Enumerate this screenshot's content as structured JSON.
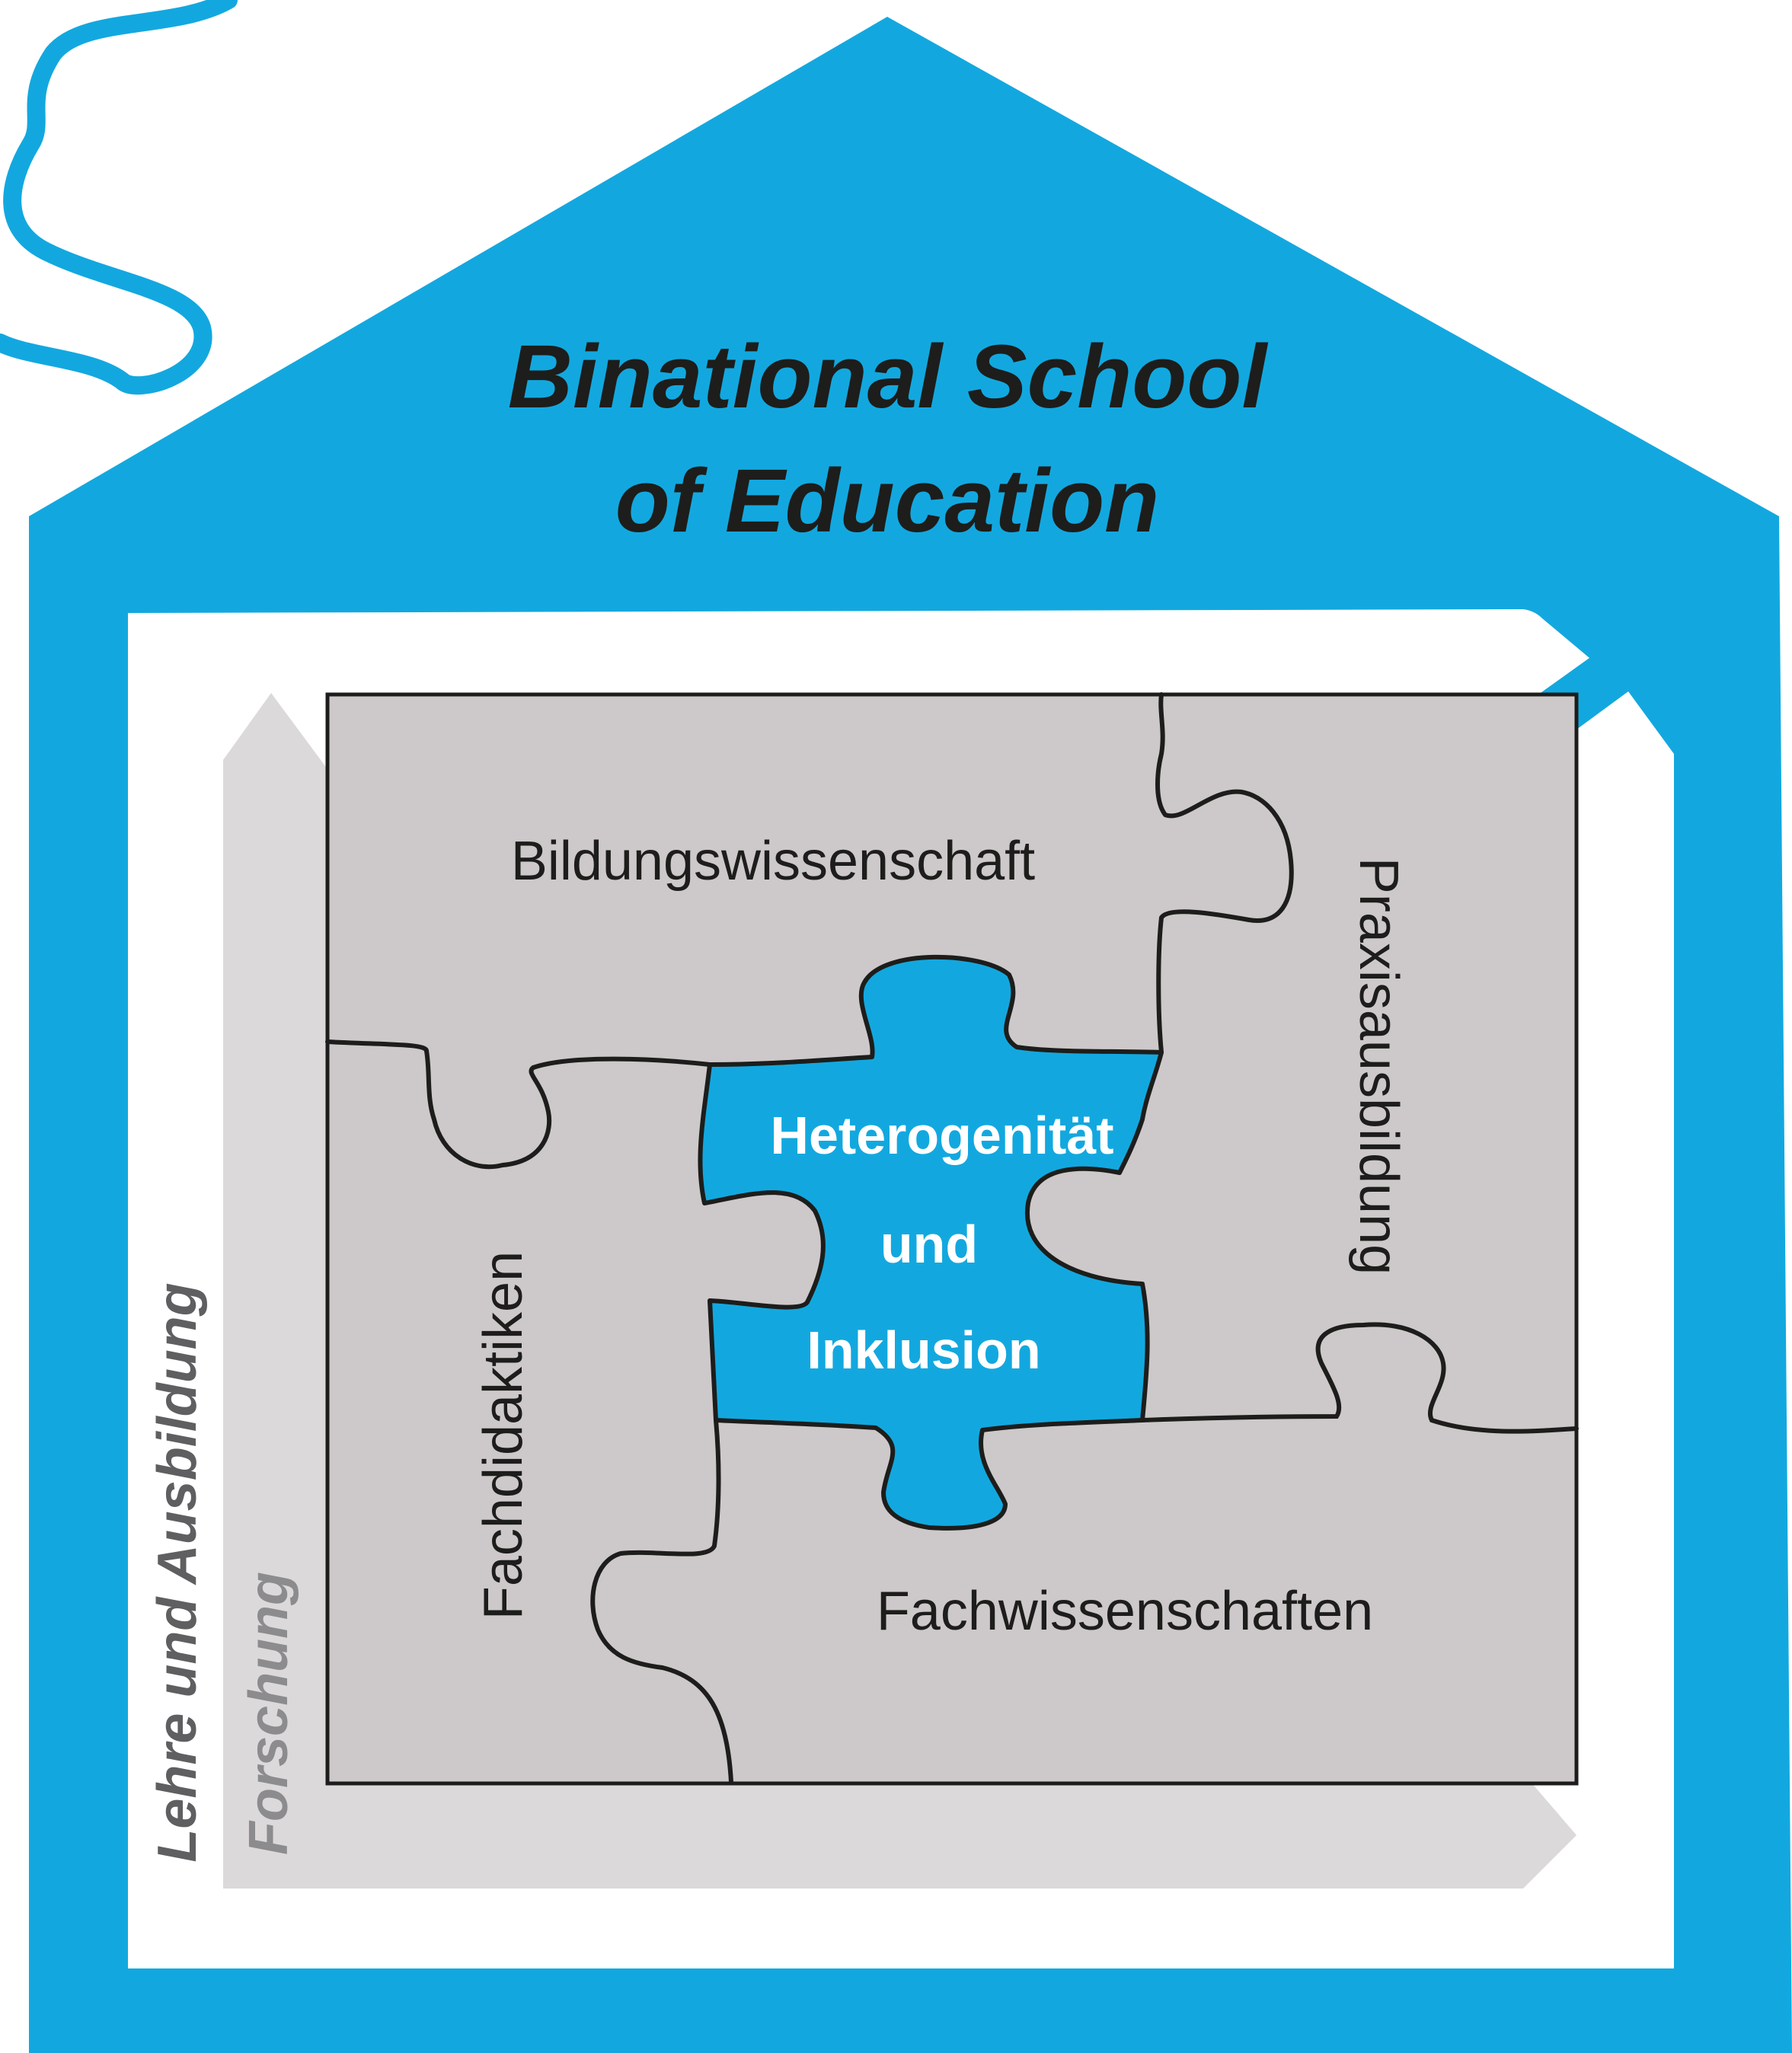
{
  "title": {
    "line1": "Binational School",
    "line2": "of Education"
  },
  "puzzle": {
    "top": "Bildungswissenschaft",
    "right": "Praxisausbildung",
    "left": "Fachdidaktiken",
    "bottom": "Fachwissenschaften",
    "center": {
      "line1": "Heterogenität",
      "line2": "und",
      "line3": "Inklusion"
    }
  },
  "axes": {
    "outer": "Lehre und Ausbildung",
    "inner": "Forschung"
  },
  "colors": {
    "house_blue": "#12a8df",
    "piece_grey": "#cdc8c9",
    "arrow_grey": "#dcd9da",
    "outline": "#1d1d1b",
    "text_dark": "#1d1d1b",
    "axis_outer_text": "#5f5f61",
    "axis_inner_text": "#8c8c8e"
  }
}
